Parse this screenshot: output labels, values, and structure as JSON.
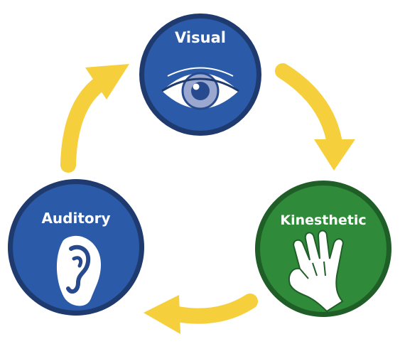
{
  "nodes": {
    "visual": {
      "label": "Visual",
      "icon": "eye-icon",
      "color": "#2a5aa8"
    },
    "auditory": {
      "label": "Auditory",
      "icon": "ear-icon",
      "color": "#2a5aa8"
    },
    "kinesthetic": {
      "label": "Kinesthetic",
      "icon": "hand-icon",
      "color": "#2f8a3a"
    }
  },
  "colors": {
    "ring": "#1e3a6e",
    "ring_green": "#1f5e27",
    "arrow": "#f6cf3c",
    "icon_fill": "#ffffff",
    "iris": "#9aa8cf",
    "pupil": "#274a8e"
  }
}
